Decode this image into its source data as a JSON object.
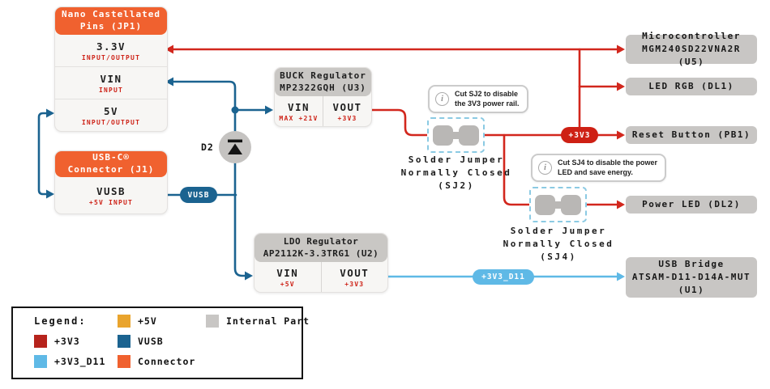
{
  "colors": {
    "orange": "#F0612F",
    "red_line": "#D2271D",
    "red_text": "#CE2318",
    "red_pill": "#CE2014",
    "blue": "#1B6390",
    "light_blue": "#5FB9E6",
    "yellow": "#E9A42D",
    "gray_part": "#C8C6C4",
    "gray_header": "#C9C7C4"
  },
  "jp1": {
    "title_line1": "Nano Castellated",
    "title_line2": "Pins (JP1)",
    "pins": [
      {
        "name": "3.3V",
        "detail": "INPUT/OUTPUT"
      },
      {
        "name": "VIN",
        "detail": "INPUT"
      },
      {
        "name": "5V",
        "detail": "INPUT/OUTPUT"
      }
    ]
  },
  "j1": {
    "title_line1": "USB-C®",
    "title_line2": "Connector (J1)",
    "pins": [
      {
        "name": "VUSB",
        "detail": "+5V INPUT"
      }
    ]
  },
  "buck": {
    "title_line1": "BUCK Regulator",
    "title_line2": "MP2322GQH (U3)",
    "cells": [
      {
        "name": "VIN",
        "detail": "MAX +21V"
      },
      {
        "name": "VOUT",
        "detail": "+3V3"
      }
    ]
  },
  "ldo": {
    "title_line1": "LDO Regulator",
    "title_line2": "AP2112K-3.3TRG1 (U2)",
    "cells": [
      {
        "name": "VIN",
        "detail": "+5V"
      },
      {
        "name": "VOUT",
        "detail": "+3V3"
      }
    ]
  },
  "components": {
    "d2_label": "D2"
  },
  "pills": {
    "vusb": "VUSB",
    "p3v3": "+3V3",
    "p3v3_d11": "+3V3_D11"
  },
  "targets": {
    "mcu": {
      "line1": "Microcontroller",
      "line2": "MGM240SD22VNA2R (U5)"
    },
    "led_rgb": "LED RGB (DL1)",
    "reset": "Reset Button (PB1)",
    "power_led": "Power LED (DL2)",
    "usb_bridge": {
      "line1": "USB Bridge",
      "line2": "ATSAM-D11-D14A-MUT",
      "line3": "(U1)"
    }
  },
  "jumpers": {
    "sj2": {
      "line1": "Solder Jumper",
      "line2": "Normally Closed",
      "line3": "(SJ2)"
    },
    "sj4": {
      "line1": "Solder Jumper",
      "line2": "Normally Closed",
      "line3": "(SJ4)"
    }
  },
  "notes": {
    "icon_glyph": "i",
    "sj2": {
      "line1": "Cut SJ2 to disable",
      "line2": "the 3V3 power rail."
    },
    "sj4": {
      "line1": "Cut SJ4 to disable the power",
      "line2": "LED and save energy."
    }
  },
  "legend": {
    "title": "Legend:",
    "items": [
      {
        "label": "+3V3",
        "color": "#B6231C"
      },
      {
        "label": "+3V3_D11",
        "color": "#5FB9E6"
      },
      {
        "label": "+5V",
        "color": "#E9A42D"
      },
      {
        "label": "VUSB",
        "color": "#1B6390"
      },
      {
        "label": "Connector",
        "color": "#F0612F"
      },
      {
        "label": "Internal Part",
        "color": "#C8C6C4"
      }
    ]
  }
}
